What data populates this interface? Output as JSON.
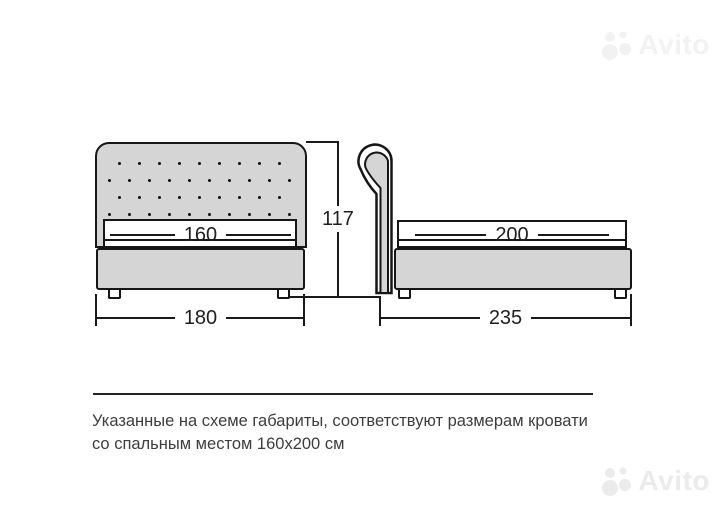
{
  "brand_watermark": "Avito",
  "diagram": {
    "front_view": {
      "mattress_width": "160",
      "overall_width": "180",
      "button_rows": [
        9,
        10,
        9,
        10
      ]
    },
    "side_view": {
      "mattress_length": "200",
      "overall_length": "235"
    },
    "overall_height": "117"
  },
  "caption": {
    "line1": "Указанные на схеме габариты, соответствуют размерам кровати",
    "line2": "со спальным местом 160x200 см"
  },
  "colors": {
    "outline": "#1a1a1a",
    "upholstery_gray": "#d5d5d5",
    "watermark_gray": "#ebebeb",
    "caption_text": "#3d3d3d"
  }
}
